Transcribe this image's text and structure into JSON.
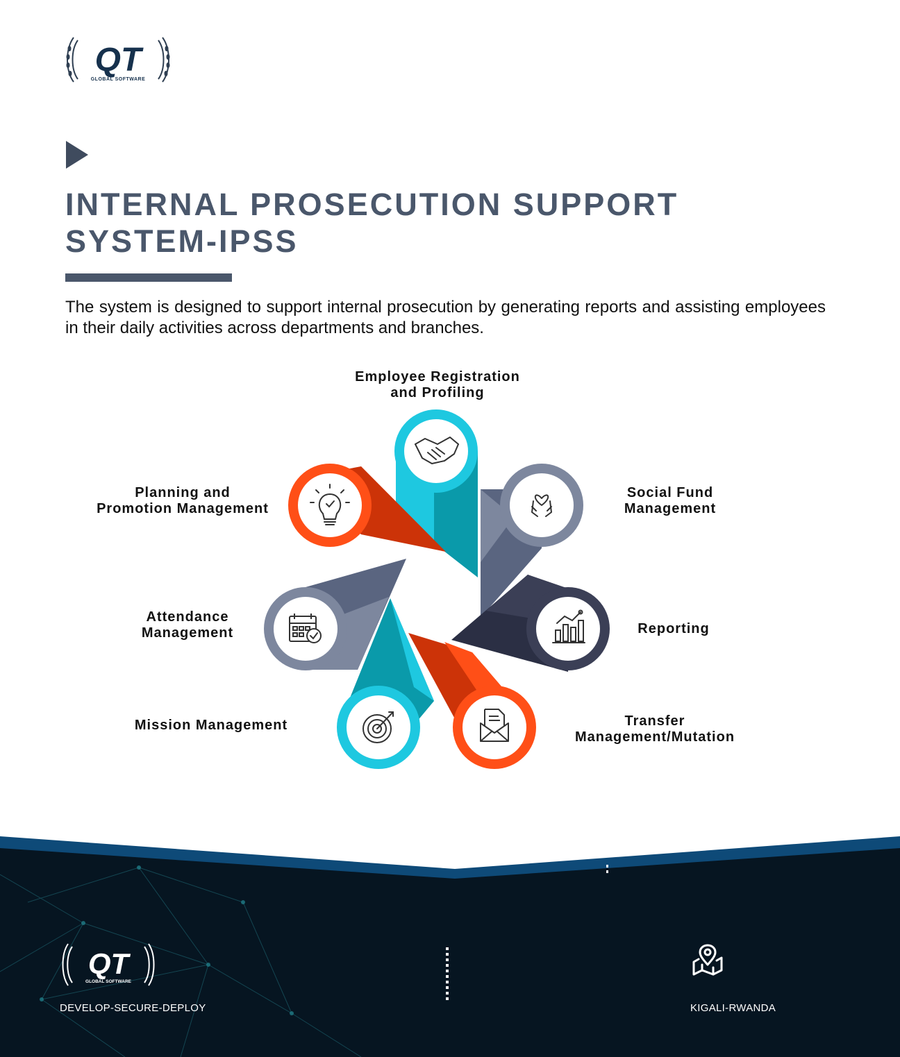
{
  "header": {
    "logo_text": "QT",
    "logo_subtext": "GLOBAL SOFTWARE"
  },
  "title": "INTERNAL PROSECUTION SUPPORT\nSYSTEM-IPSS",
  "description": "The system is designed to support internal prosecution by generating reports and assisting employees in their daily activities across departments and branches.",
  "modules": [
    {
      "label": "Employee Registration\nand Profiling",
      "icon": "handshake-icon"
    },
    {
      "label": "Social Fund\nManagement",
      "icon": "hands-heart-icon"
    },
    {
      "label": "Reporting",
      "icon": "bar-chart-icon"
    },
    {
      "label": "Transfer\nManagement/Mutation",
      "icon": "document-envelope-icon"
    },
    {
      "label": "Mission Management",
      "icon": "target-icon"
    },
    {
      "label": "Attendance\nManagement",
      "icon": "calendar-check-icon"
    },
    {
      "label": "Planning and\nPromotion Management",
      "icon": "lightbulb-icon"
    }
  ],
  "colors": {
    "title": "#4a576b",
    "cyan": "#1ec8e0",
    "cyan_dark": "#0a9aaa",
    "orange": "#ff4f17",
    "orange_dark": "#cc3308",
    "slate": "#7d879e",
    "slate_dark": "#5a6580",
    "navy": "#3b3f56",
    "navy_dark": "#2b2f44",
    "footer_bg": "#061521",
    "footer_stripe": "#0e4a78"
  },
  "footer": {
    "logo_text": "QT",
    "logo_subtext": "GLOBAL SOFTWARE",
    "tagline": "DEVELOP-SECURE-DEPLOY",
    "location": "KIGALI-RWANDA"
  }
}
